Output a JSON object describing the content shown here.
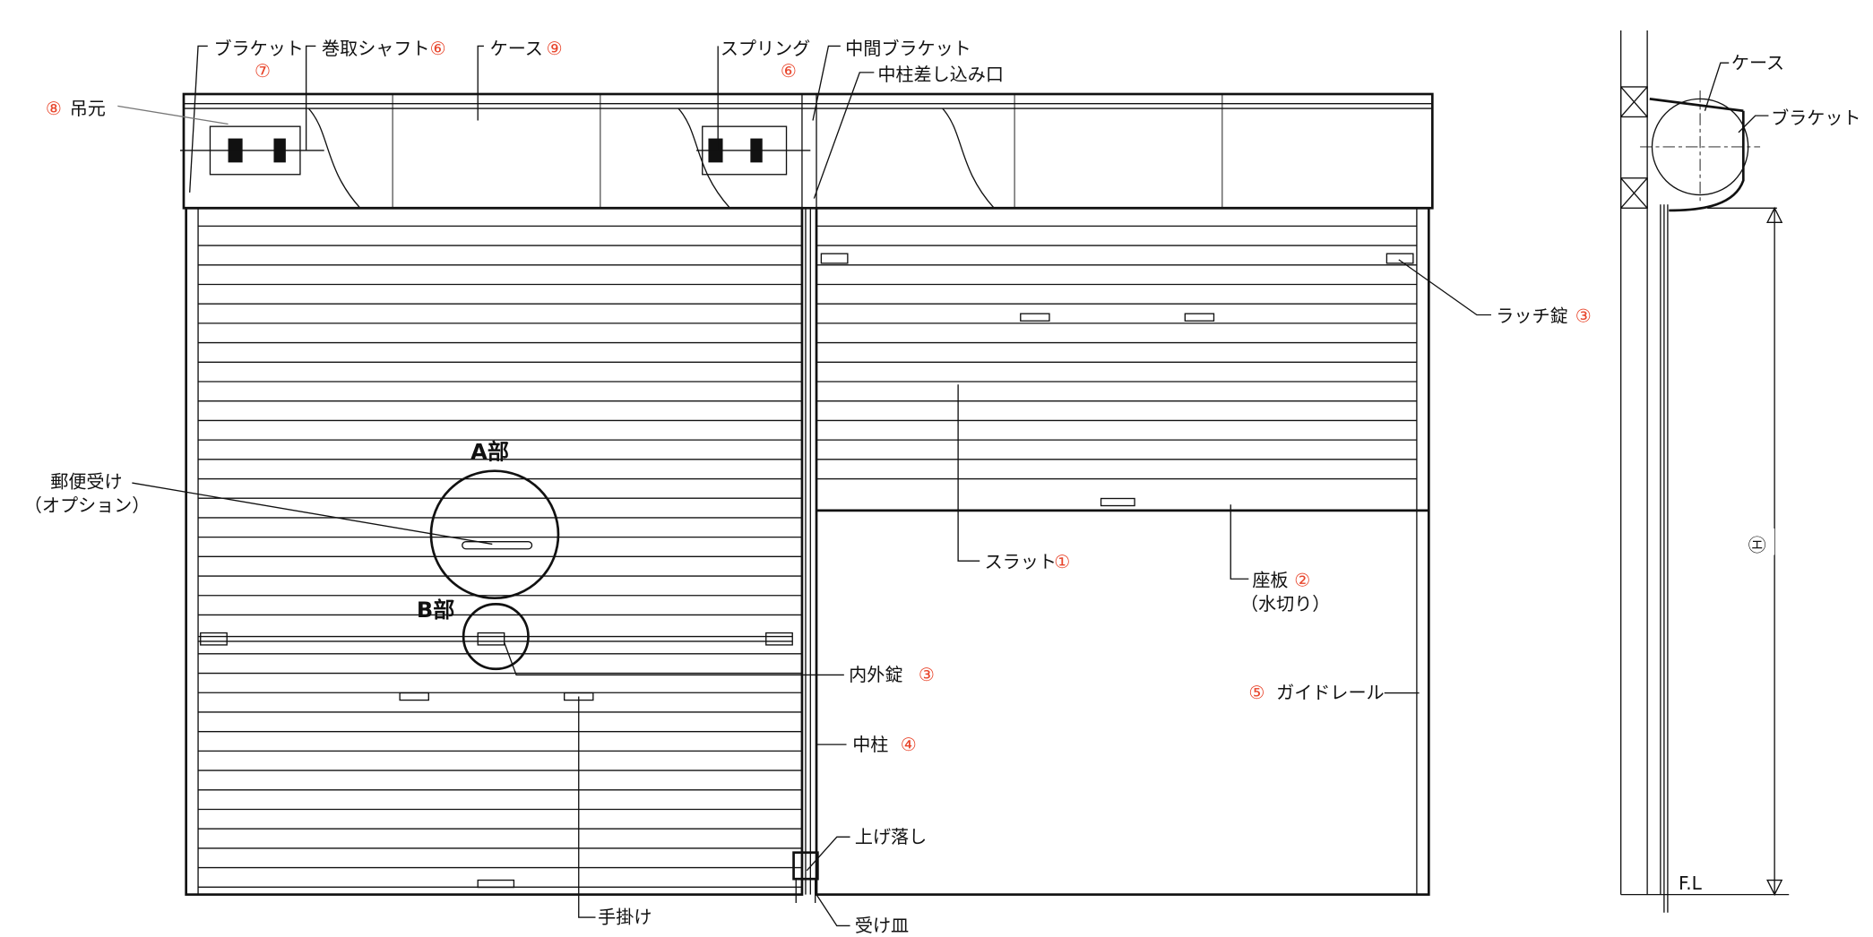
{
  "colors": {
    "line": "#111111",
    "number": "#e8442a",
    "background": "#ffffff"
  },
  "labels": {
    "bracket": {
      "text": "ブラケット",
      "num": "⑦"
    },
    "shaft": {
      "text": "巻取シャフト",
      "num": "⑥"
    },
    "case": {
      "text": "ケース",
      "num": "⑨"
    },
    "spring": {
      "text": "スプリング",
      "num": "⑥"
    },
    "mid_bracket": {
      "text": "中間ブラケット"
    },
    "post_socket": {
      "text": "中柱差し込み口"
    },
    "hanger": {
      "text": "吊元",
      "num": "⑧"
    },
    "latch_lock": {
      "text": "ラッチ錠",
      "num": "③"
    },
    "part_a": {
      "text": "A部"
    },
    "mailbox": {
      "text": "郵便受け",
      "sub": "（オプション）"
    },
    "slat": {
      "text": "スラット",
      "num": "①"
    },
    "seat_board": {
      "text": "座板",
      "num": "②",
      "sub": "（水切り）"
    },
    "part_b": {
      "text": "B部"
    },
    "inner_outer_lock": {
      "text": "内外錠",
      "num": "③"
    },
    "guide_rail": {
      "text": "ガイドレール",
      "num": "⑤"
    },
    "center_post": {
      "text": "中柱",
      "num": "④"
    },
    "drop_bolt": {
      "text": "上げ落し"
    },
    "handle": {
      "text": "手掛け"
    },
    "receiver": {
      "text": "受け皿"
    }
  },
  "section_view": {
    "case": "ケース",
    "bracket": "ブラケット",
    "height_mark": "㋓",
    "floor_level": "F.L"
  }
}
